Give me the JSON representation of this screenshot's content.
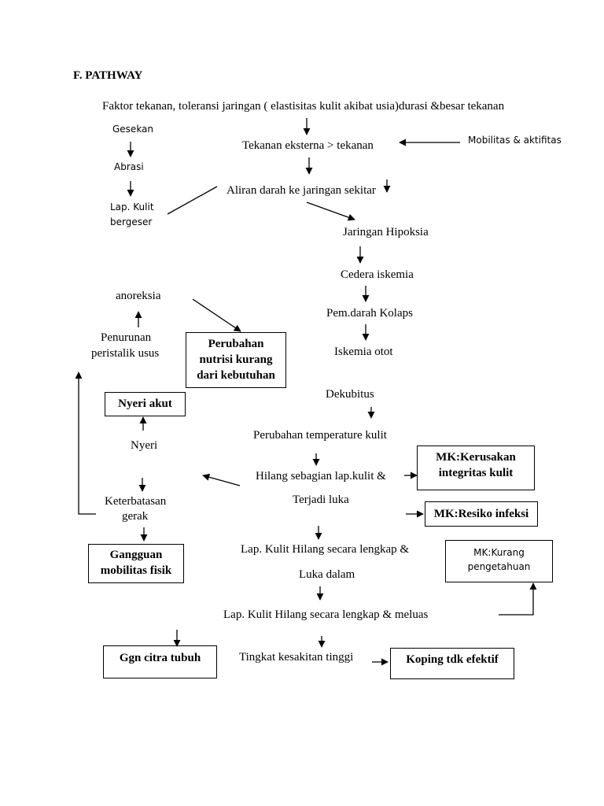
{
  "title": "F. PATHWAY",
  "nodes": {
    "faktor": "Faktor  tekanan, toleransi jaringan (  elastisitas kulit akibat usia)durasi &besar tekanan",
    "gesekan": "Gesekan",
    "abrasi": "Abrasi",
    "lap_kulit_bergeser": [
      "Lap. Kulit",
      "bergeser"
    ],
    "tekanan_eksterna": "Tekanan eksterna > tekanan",
    "mobilitas_aktifitas": "Mobilitas & aktifitas",
    "aliran_darah": "Aliran darah ke jaringan sekitar",
    "jaringan_hipoksia": "Jaringan Hipoksia",
    "cedera_iskemia": "Cedera iskemia",
    "anoreksia": "anoreksia",
    "pem_darah_kolaps": "Pem.darah Kolaps",
    "penurunan_peristalik": [
      "Penurunan",
      "peristalik usus"
    ],
    "iskemia_otot": "Iskemia otot",
    "dekubitus": "Dekubitus",
    "perubahan_temperature": "Perubahan temperature kulit",
    "nyeri": "Nyeri",
    "hilang_sebagian": "Hilang sebagian lap.kulit &",
    "terjadi_luka": "Terjadi luka",
    "keterbatasan_gerak": [
      "Keterbatasan",
      "gerak"
    ],
    "lap_kulit_hilang_lengkap": "Lap. Kulit Hilang secara lengkap &",
    "luka_dalam": "Luka dalam",
    "lap_kulit_meluas": "Lap. Kulit Hilang secara lengkap & meluas",
    "tingkat_kesakitan": "Tingkat kesakitan tinggi"
  },
  "diagnosis_boxes": {
    "perubahan_nutrisi": [
      "Perubahan",
      "nutrisi kurang",
      "dari kebutuhan"
    ],
    "nyeri_akut": "Nyeri akut",
    "kerusakan_integritas": [
      "MK:Kerusakan",
      "integritas kulit"
    ],
    "resiko_infeksi": "MK:Resiko infeksi",
    "kurang_pengetahuan": [
      "MK:Kurang",
      "pengetahuan"
    ],
    "gangguan_mobilitas": [
      "Gangguan",
      "mobilitas fisik"
    ],
    "ggn_citra_tubuh": "Ggn citra tubuh",
    "koping_tdk_efektif": "Koping tdk efektif"
  }
}
